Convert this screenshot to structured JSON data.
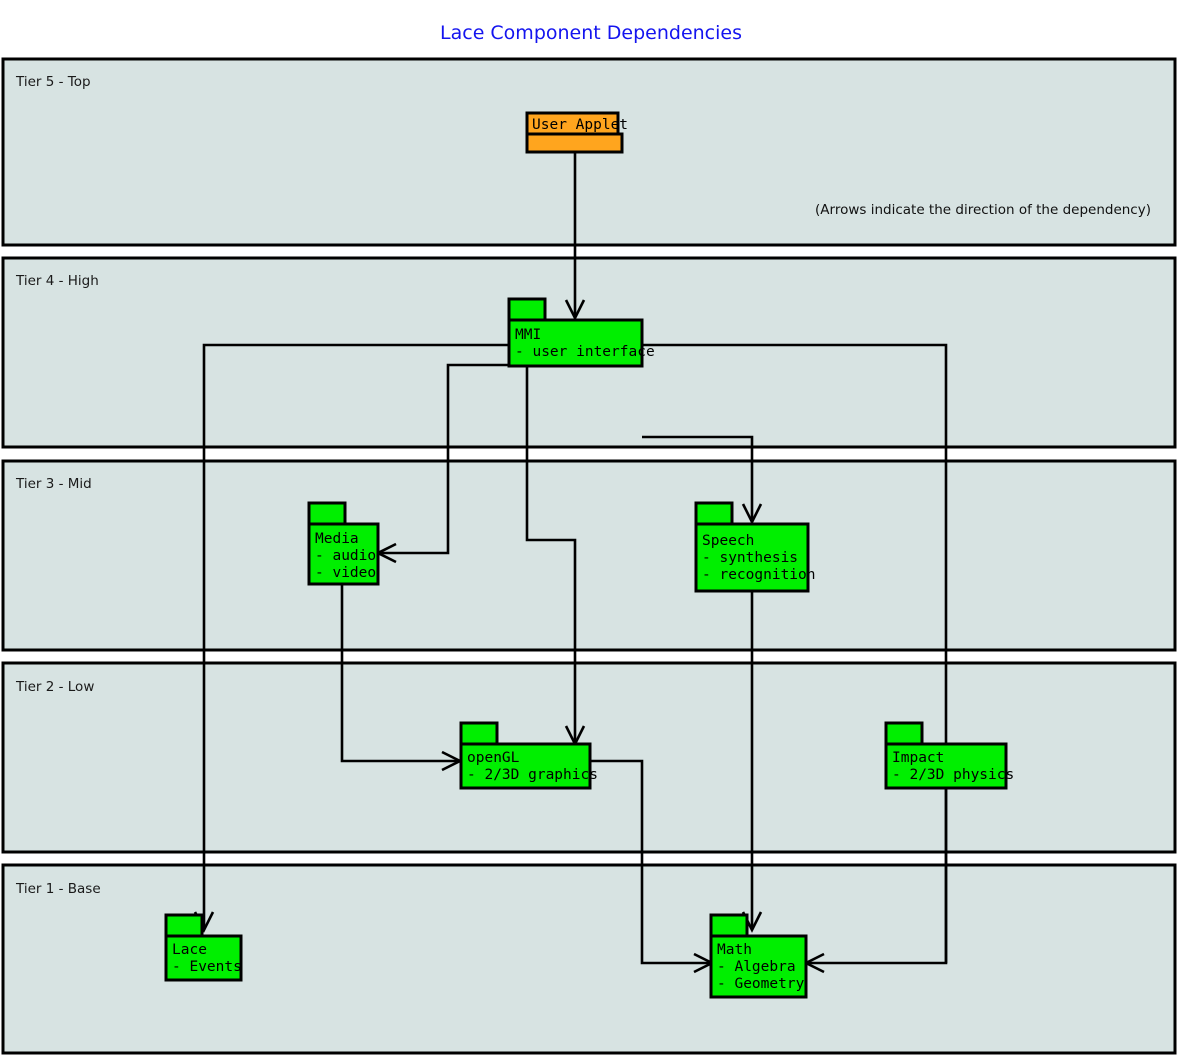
{
  "title": "Lace Component Dependencies",
  "note": "(Arrows indicate the direction of the dependency)",
  "colors": {
    "title": "#1414ef",
    "tier_band_fill": "#d7e3e2",
    "package_green": "#00ef00",
    "package_orange": "#ffa51e",
    "stroke": "#000000"
  },
  "tiers": [
    {
      "id": "tier5",
      "label": "Tier 5 - Top"
    },
    {
      "id": "tier4",
      "label": "Tier 4 - High"
    },
    {
      "id": "tier3",
      "label": "Tier 3 - Mid"
    },
    {
      "id": "tier2",
      "label": "Tier 2 - Low"
    },
    {
      "id": "tier1",
      "label": "Tier 1 - Base"
    }
  ],
  "packages": [
    {
      "id": "user-applet",
      "tier": "tier5",
      "name": "User Applet",
      "items": [],
      "color": "#ffa51e",
      "style": "banner"
    },
    {
      "id": "mmi",
      "tier": "tier4",
      "name": "MMI",
      "items": [
        "- user interface"
      ],
      "color": "#00ef00",
      "style": "package"
    },
    {
      "id": "media",
      "tier": "tier3",
      "name": "Media",
      "items": [
        "- audio",
        "- video"
      ],
      "color": "#00ef00",
      "style": "package"
    },
    {
      "id": "speech",
      "tier": "tier3",
      "name": "Speech",
      "items": [
        "- synthesis",
        "- recognition"
      ],
      "color": "#00ef00",
      "style": "package"
    },
    {
      "id": "opengl",
      "tier": "tier2",
      "name": "openGL",
      "items": [
        "- 2/3D graphics"
      ],
      "color": "#00ef00",
      "style": "package"
    },
    {
      "id": "impact",
      "tier": "tier2",
      "name": "Impact",
      "items": [
        "- 2/3D physics"
      ],
      "color": "#00ef00",
      "style": "package"
    },
    {
      "id": "lace",
      "tier": "tier1",
      "name": "Lace",
      "items": [
        "- Events"
      ],
      "color": "#00ef00",
      "style": "package"
    },
    {
      "id": "math",
      "tier": "tier1",
      "name": "Math",
      "items": [
        "- Algebra",
        "- Geometry"
      ],
      "color": "#00ef00",
      "style": "package"
    }
  ],
  "dependencies": [
    {
      "from": "user-applet",
      "to": "mmi"
    },
    {
      "from": "mmi",
      "to": "lace"
    },
    {
      "from": "mmi",
      "to": "media"
    },
    {
      "from": "mmi",
      "to": "opengl"
    },
    {
      "from": "mmi",
      "to": "speech"
    },
    {
      "from": "mmi",
      "to": "math"
    },
    {
      "from": "media",
      "to": "opengl"
    },
    {
      "from": "speech",
      "to": "math"
    },
    {
      "from": "opengl",
      "to": "math"
    },
    {
      "from": "impact",
      "to": "math"
    }
  ]
}
